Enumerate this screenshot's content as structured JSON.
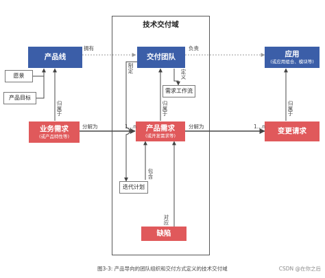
{
  "domain_title": "技术交付域",
  "nodes": {
    "product_line": {
      "label": "产品线"
    },
    "vision": {
      "label": "愿景"
    },
    "product_goal": {
      "label": "产品目标"
    },
    "business_requirement": {
      "label": "业务需求",
      "sub": "(或产品特性等)"
    },
    "delivery_team": {
      "label": "交付团队"
    },
    "requirement_workflow": {
      "label": "需求工作流"
    },
    "product_requirement": {
      "label": "产品需求",
      "sub": "(或开发需求等)"
    },
    "iteration_plan": {
      "label": "迭代计划"
    },
    "defect": {
      "label": "缺陷"
    },
    "application": {
      "label": "应用",
      "sub": "(或应用组合、模块等)"
    },
    "change_request": {
      "label": "变更请求"
    }
  },
  "edge_labels": {
    "owns": "拥有",
    "responsible": "负责",
    "formulate": "制定",
    "define": "定义",
    "belongs_business": "归属于",
    "belongs_product": "归属于",
    "belongs_app": "归属于",
    "decompose_1": "分解为",
    "decompose_2": "分解为",
    "contains": "包含",
    "corresponds": "对应",
    "mult_1": "1…n",
    "mult_2": "1…n"
  },
  "colors": {
    "blue": "#3b5ea8",
    "red": "#e0595b",
    "wire": "#444444",
    "dashed": "#999999"
  },
  "caption": "图3-3: 产品导向的团队组织和交付方式定义的技术交付域",
  "watermark": "CSDN @在你之后"
}
